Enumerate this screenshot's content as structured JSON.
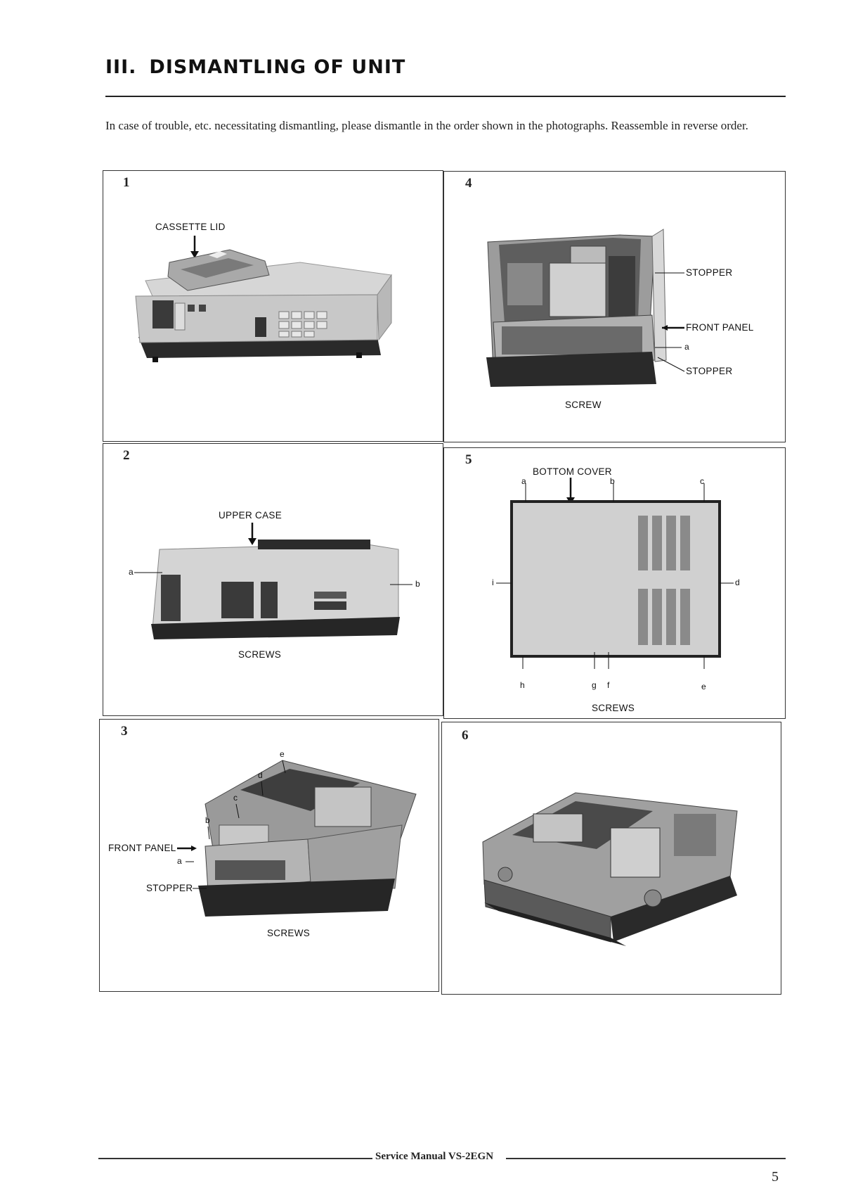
{
  "section": {
    "number": "III.",
    "title": "DISMANTLING OF UNIT"
  },
  "intro": "In case of trouble, etc. necessitating dismantling, please dismantle in the order shown in the photographs. Reassemble in reverse order.",
  "panels": {
    "p1": {
      "number": "1",
      "labels": {
        "cassette_lid": "CASSETTE LID"
      }
    },
    "p2": {
      "number": "2",
      "labels": {
        "upper_case": "UPPER CASE",
        "a": "a",
        "b": "b",
        "screws": "SCREWS"
      }
    },
    "p3": {
      "number": "3",
      "labels": {
        "e": "e",
        "d": "d",
        "c": "c",
        "b": "b",
        "front_panel": "FRONT PANEL",
        "a": "a",
        "stopper": "STOPPER",
        "screws": "SCREWS"
      }
    },
    "p4": {
      "number": "4",
      "labels": {
        "stopper_top": "STOPPER",
        "front_panel": "FRONT PANEL",
        "a": "a",
        "stopper_bottom": "STOPPER",
        "screw": "SCREW"
      }
    },
    "p5": {
      "number": "5",
      "labels": {
        "bottom_cover": "BOTTOM COVER",
        "a": "a",
        "b": "b",
        "c": "c",
        "i": "i",
        "d": "d",
        "h": "h",
        "g": "g",
        "f": "f",
        "e": "e",
        "screws": "SCREWS"
      }
    },
    "p6": {
      "number": "6"
    }
  },
  "footer": {
    "text": "Service Manual VS-2EGN",
    "page": "5"
  }
}
